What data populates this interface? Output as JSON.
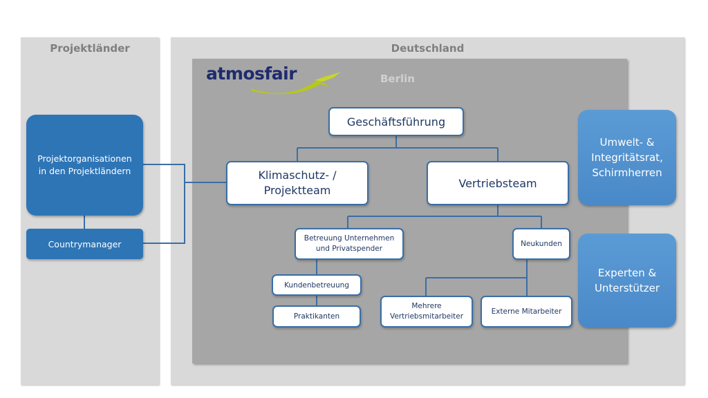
{
  "panels": {
    "left_title": "Projektländer",
    "right_title": "Deutschland",
    "inner_title": "Berlin"
  },
  "logo": {
    "text": "atmosfair"
  },
  "left_boxes": {
    "projektorganisationen": "Projektorganisationen\nin den Projektländern",
    "countrymanager": "Countrymanager"
  },
  "org": {
    "geschaeftsfuehrung": "Geschäftsführung",
    "klimaschutz": "Klimaschutz- /\nProjektteam",
    "vertriebsteam": "Vertriebsteam",
    "betreuung": "Betreuung Unternehmen\nund Privatspender",
    "neukunden": "Neukunden",
    "kundenbetreuung": "Kundenbetreuung",
    "praktikanten": "Praktikanten",
    "mehrere": "Mehrere\nVertriebsmitarbeiter",
    "externe": "Externe Mitarbeiter"
  },
  "right_boxes": {
    "umwelt": "Umwelt- &\nIntegritätsrat,\nSchirmherren",
    "experten": "Experten &\nUnterstützer"
  },
  "colors": {
    "connector": "#3a6ea5",
    "dark_blue": "#2e75b6",
    "light_blue": "#5b9bd5",
    "logo_green": "#b5c918"
  }
}
